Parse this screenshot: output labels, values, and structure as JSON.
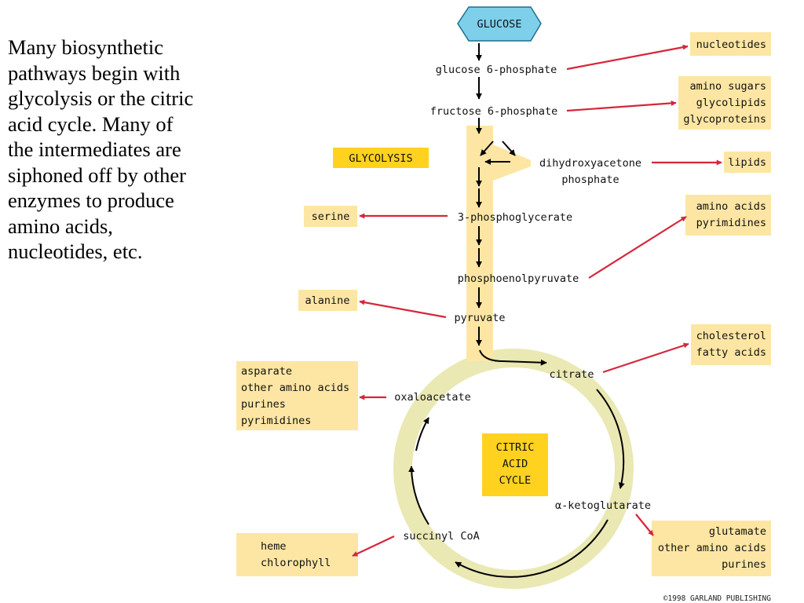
{
  "intro_lines": [
    "Many biosynthetic",
    "pathways begin with",
    "glycolysis or the citric",
    "acid cycle.  Many of",
    "the intermediates are",
    "siphoned off by other",
    "enzymes to produce",
    "amino acids,",
    "nucleotides, etc."
  ],
  "start_node": "GLUCOSE",
  "glycolysis_label": "GLYCOLYSIS",
  "cycle_label": [
    "CITRIC",
    "ACID",
    "CYCLE"
  ],
  "intermediates": {
    "g6p": "glucose 6-phosphate",
    "f6p": "fructose 6-phosphate",
    "dhap": [
      "dihydroxyacetone",
      "phosphate"
    ],
    "pg3": "3-phosphoglycerate",
    "pep": "phosphoenolpyruvate",
    "pyruvate": "pyruvate",
    "citrate": "citrate",
    "akg": "α-ketoglutarate",
    "succoa": "succinyl CoA",
    "oaa": "oxaloacetate"
  },
  "products": {
    "nucleotides": [
      "nucleotides"
    ],
    "amino_sugars": [
      "amino sugars",
      "glycolipids",
      "glycoproteins"
    ],
    "lipids": [
      "lipids"
    ],
    "serine": [
      "serine"
    ],
    "aa_pyr": [
      "amino acids",
      "pyrimidines"
    ],
    "alanine": [
      "alanine"
    ],
    "cholesterol": [
      "cholesterol",
      "fatty acids"
    ],
    "asparate": [
      "asparate",
      "other amino acids",
      "purines",
      "pyrimidines"
    ],
    "heme": [
      "heme",
      "chlorophyll"
    ],
    "glutamate": [
      "glutamate",
      "other amino acids",
      "purines"
    ]
  },
  "copyright": "©1998 GARLAND PUBLISHING",
  "colors": {
    "product_box": "#fde6a4",
    "pathway": "#fde6a4",
    "cycle_ring": "#eae8b3",
    "label_box": "#ffd21f",
    "glucose_fill": "#7ecfea",
    "branch_arrow": "#d6263a",
    "flow_arrow": "#000000"
  },
  "icons": {
    "branch": "red-arrow",
    "flow": "black-arrow"
  }
}
